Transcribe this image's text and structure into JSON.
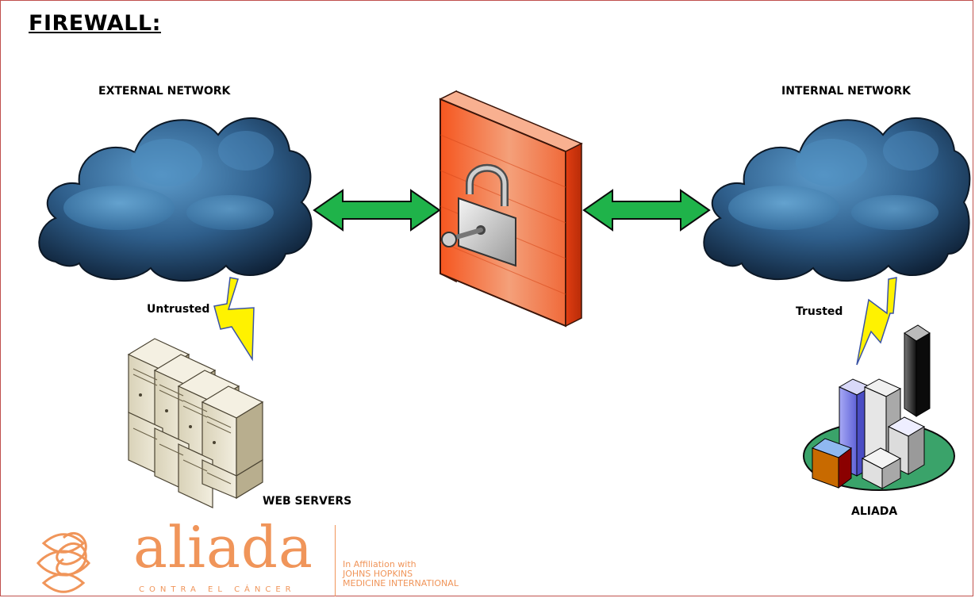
{
  "title": "FIREWALL:",
  "labels": {
    "external_network": "EXTERNAL NETWORK",
    "internal_network": "INTERNAL NETWORK",
    "untrusted": "Untrusted",
    "trusted": "Trusted",
    "web_servers": "WEB SERVERS",
    "aliada": "ALIADA"
  },
  "logo": {
    "wordmark": "aliada",
    "tagline": "CONTRA EL CÁNCER",
    "affiliation": [
      "In Affiliation with",
      "JOHNS HOPKINS",
      "MEDICINE INTERNATIONAL"
    ]
  },
  "colors": {
    "frame": "#c0504d",
    "cloud": "#2c5a86",
    "arrow": "#1fb34a",
    "firewall": "#f26d3d",
    "lightning": "#fff200",
    "brand": "#f0955a"
  },
  "icons": [
    "cloud-icon",
    "firewall-icon",
    "padlock-icon",
    "lightning-icon",
    "server-rack-icon",
    "city-buildings-icon",
    "double-arrow-icon",
    "aliada-logo-icon"
  ]
}
